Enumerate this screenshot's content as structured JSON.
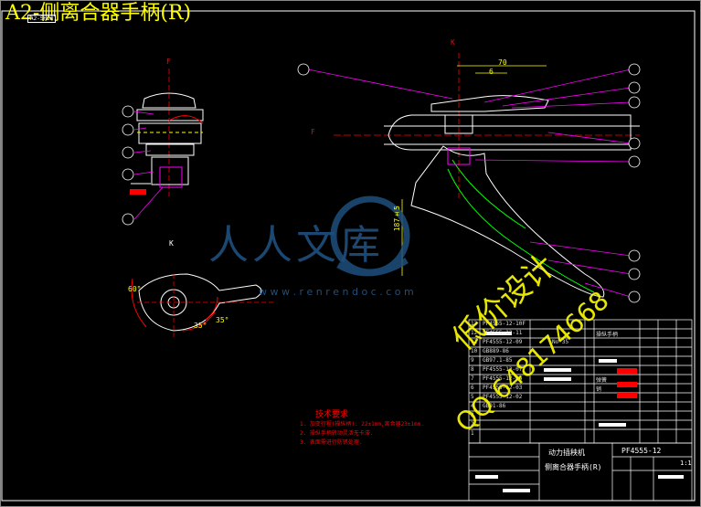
{
  "title": "A2-侧离合器手柄(R)",
  "top_tag": "A2-SHOW",
  "view_labels": {
    "f_top": "F",
    "k_top": "K",
    "f_side": "F",
    "k_mid": "K"
  },
  "dimensions": {
    "d70": "70",
    "d6": "6",
    "d187": "187±5",
    "ang1": "60°",
    "ang2": "35°",
    "ang3": "35°"
  },
  "tech_req": {
    "heading": "技术要求",
    "items": [
      "1. 加变行程(操纵柄): 22±1mm,离合器23±1mm.",
      "2. 操纵手柄转动灵活无卡滞.",
      "3. 表面需进行防锈处理."
    ]
  },
  "bom_rows": [
    {
      "no": "13",
      "code": "PF4555-12-10F"
    },
    {
      "no": "12",
      "code": "PF4555-12-11"
    },
    {
      "no": "11",
      "code": "PF4555-12-09"
    },
    {
      "no": "10",
      "code": "GB889-86"
    },
    {
      "no": "9",
      "code": "GB97.1-85"
    },
    {
      "no": "8",
      "code": "PF4555-12-07"
    },
    {
      "no": "7",
      "code": "PF4555-12-04"
    },
    {
      "no": "6",
      "code": "PF4555-12-03"
    },
    {
      "no": "5",
      "code": "PF4555-12-02"
    },
    {
      "no": "4",
      "code": "GB91-86"
    },
    {
      "no": "3",
      "code": ""
    },
    {
      "no": "2",
      "code": ""
    },
    {
      "no": "1",
      "code": ""
    }
  ],
  "bom_notes": {
    "n35": "No 35",
    "handle": "操纵手柄",
    "spring": "弹簧",
    "pin": "销"
  },
  "title_block": {
    "company": "动力插秧机",
    "part": "侧离合器手柄(R)",
    "drawing_no": "PF4555-12",
    "scale": "1:1"
  },
  "watermark": {
    "brand": "人人文库",
    "url": "w w w . r e n r e n d o c . c o m",
    "design": "低价设计",
    "qq": "QQ 648174668"
  },
  "colors": {
    "frame": "#ffffff",
    "title": "#ffff00",
    "part": "#ffffff",
    "green": "#00ff00",
    "red": "#ff0000",
    "blue": "#1e4f7d",
    "leader": "#ff00ff"
  }
}
